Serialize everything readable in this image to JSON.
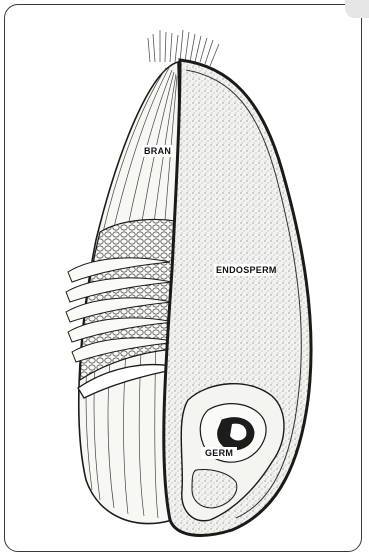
{
  "figure": {
    "labels": {
      "bran": "BRAN",
      "endosperm": "ENDOSPERM",
      "germ": "GERM"
    },
    "colors": {
      "ink": "#1a1a1a",
      "panel_border": "#3a3a3a",
      "endosperm_fill": "#efefec",
      "bran_fill": "#f7f7f4"
    }
  }
}
